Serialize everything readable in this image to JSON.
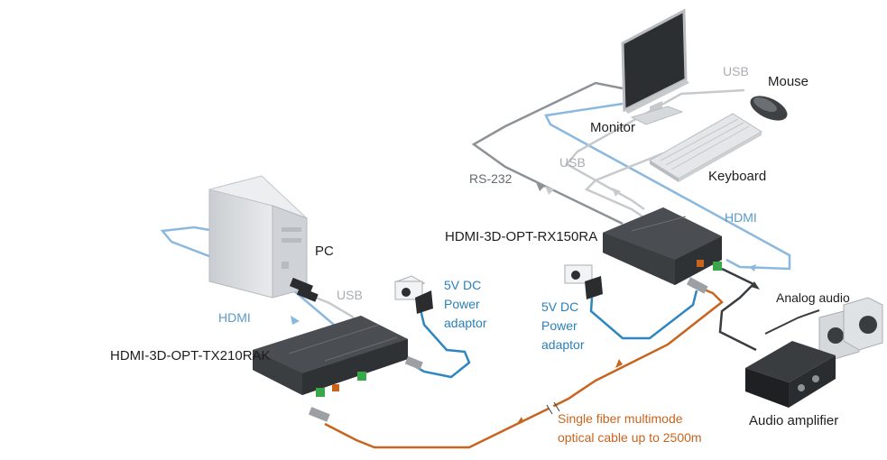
{
  "labels": {
    "pc": "PC",
    "monitor": "Monitor",
    "mouse": "Mouse",
    "keyboard": "Keyboard",
    "transmitter": "HDMI-3D-OPT-TX210RAK",
    "receiver": "HDMI-3D-OPT-RX150RA",
    "audio_amplifier": "Audio amplifier",
    "analog_audio": "Analog audio"
  },
  "cables": {
    "hdmi_tx": "HDMI",
    "usb_tx": "USB",
    "hdmi_rx": "HDMI",
    "usb_rx_top": "USB",
    "usb_rx_mid": "USB",
    "rs232": "RS-232"
  },
  "power_tx": [
    "5V DC",
    "Power",
    "adaptor"
  ],
  "power_rx": [
    "5V DC",
    "Power",
    "adaptor"
  ],
  "fiber": [
    "Single fiber multimode",
    "optical cable up to 2500m"
  ],
  "colors": {
    "hdmi": "#8ab8de",
    "usb": "#c6cacd",
    "rs232": "#8d9296",
    "power": "#2e86c1",
    "fiber": "#c8641e",
    "device": "#3a3d40"
  }
}
